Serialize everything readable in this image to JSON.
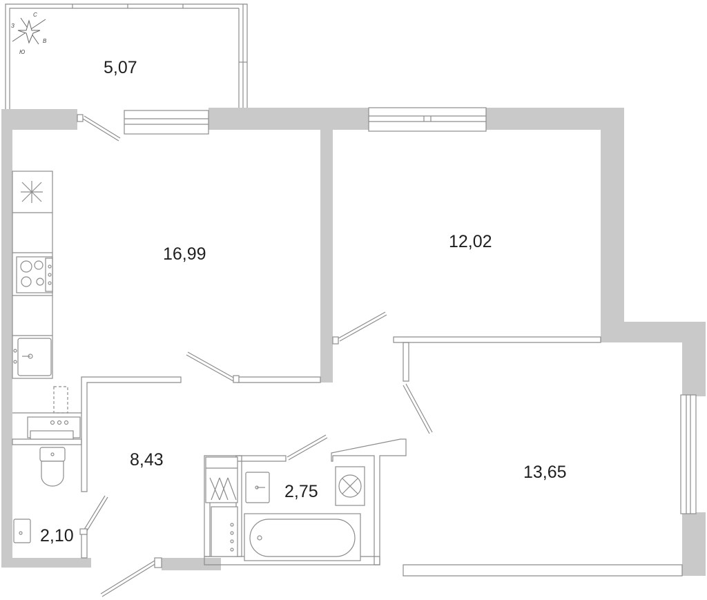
{
  "compass": {
    "north": "С",
    "south": "Ю",
    "east": "В",
    "west": "З"
  },
  "rooms": {
    "balcony": "5,07",
    "kitchen_living": "16,99",
    "bedroom_1": "12,02",
    "bedroom_2": "13,65",
    "hallway": "8,43",
    "bathroom": "2,75",
    "toilet": "2,10"
  },
  "colors": {
    "wall_fill": "#c9c9c9",
    "line": "#8c8c8c",
    "text": "#1f1f1f",
    "background": "#ffffff"
  }
}
